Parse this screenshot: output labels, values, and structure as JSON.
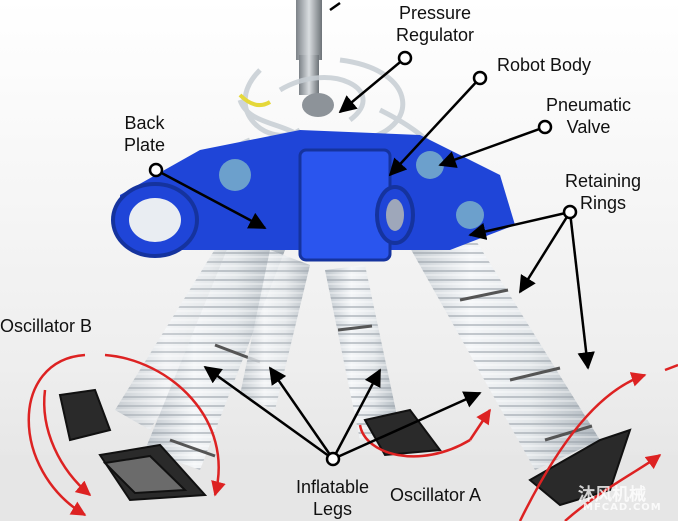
{
  "labels": {
    "pressure_regulator": [
      "Pressure",
      "Regulator"
    ],
    "robot_body": "Robot Body",
    "pneumatic_valve": [
      "Pneumatic",
      "Valve"
    ],
    "back_plate": [
      "Back",
      "Plate"
    ],
    "retaining_rings": [
      "Retaining",
      "Rings"
    ],
    "oscillator_b": "Oscillator B",
    "inflatable_legs": [
      "Inflatable",
      "Legs"
    ],
    "oscillator_a": "Oscillator A"
  },
  "watermark": {
    "main": "沐风机械",
    "sub": "MFCAD.COM"
  },
  "colors": {
    "robot_blue": "#1f45d8",
    "annotation_red": "#dd2222",
    "pointer_black": "#000000",
    "background": "#f3f3f3"
  }
}
